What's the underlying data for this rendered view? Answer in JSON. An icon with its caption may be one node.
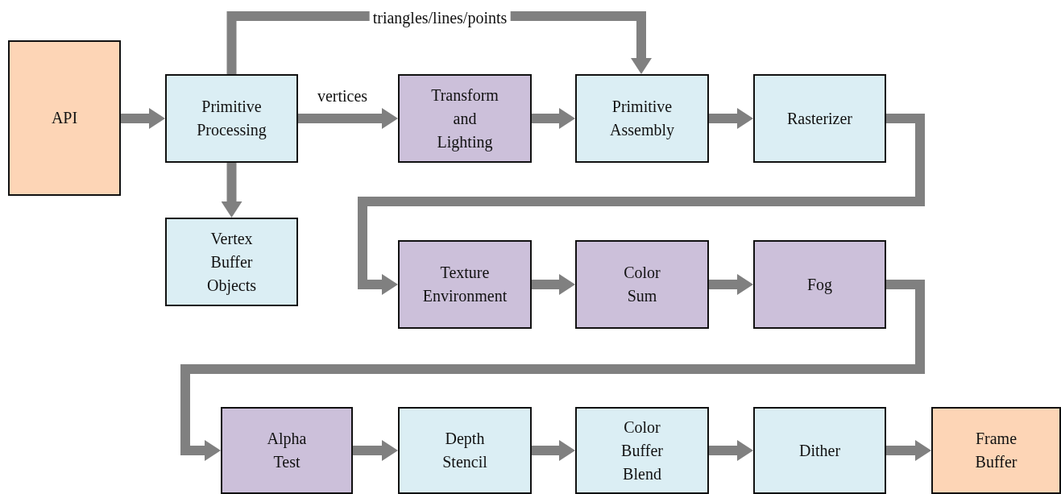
{
  "diagram": {
    "nodes": [
      {
        "text": [
          "API"
        ]
      },
      {
        "text": [
          "Primitive Processing"
        ]
      },
      {
        "text": [
          "Vertex Buffer Objects"
        ]
      },
      {
        "text": [
          "Transform and Lighting"
        ]
      },
      {
        "text": [
          "Primitive Assembly"
        ]
      },
      {
        "text": [
          "Rasterizer"
        ]
      },
      {
        "text": [
          "Texture Environment"
        ]
      },
      {
        "text": [
          "Color Sum"
        ]
      },
      {
        "text": [
          "Fog"
        ]
      },
      {
        "text": [
          "Alpha Test"
        ]
      },
      {
        "text": [
          "Depth Stencil"
        ]
      },
      {
        "text": [
          "Color Buffer Blend"
        ]
      },
      {
        "text": [
          "Dither"
        ]
      },
      {
        "text": [
          "Frame Buffer"
        ]
      }
    ],
    "edges": [
      {
        "from": 0,
        "to": 1,
        "arrow": "to"
      },
      {
        "from": 1,
        "to": 3,
        "arrow": "to",
        "label": "vertices"
      },
      {
        "from": 1,
        "to": 2,
        "arrow": "to"
      },
      {
        "from": 1,
        "to": 4,
        "arrow": "to",
        "label": "triangles/lines/points"
      },
      {
        "from": 3,
        "to": 4,
        "arrow": "to"
      },
      {
        "from": 4,
        "to": 5,
        "arrow": "to"
      },
      {
        "from": 5,
        "to": 6,
        "arrow": "to"
      },
      {
        "from": 6,
        "to": 7,
        "arrow": "to"
      },
      {
        "from": 7,
        "to": 8,
        "arrow": "to"
      },
      {
        "from": 8,
        "to": 9,
        "arrow": "to"
      },
      {
        "from": 9,
        "to": 10,
        "arrow": "to"
      },
      {
        "from": 10,
        "to": 11,
        "arrow": "to"
      },
      {
        "from": 11,
        "to": 12,
        "arrow": "to"
      },
      {
        "from": 12,
        "to": 13,
        "arrow": "to"
      }
    ]
  }
}
